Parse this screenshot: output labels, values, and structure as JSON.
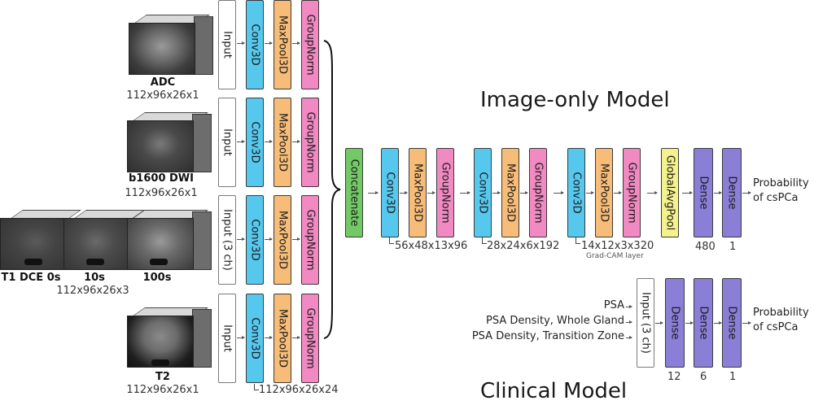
{
  "titles": {
    "image_model": "Image-only Model",
    "clinical_model": "Clinical Model"
  },
  "inputs": [
    {
      "label": "ADC",
      "dims": "112x96x26x1"
    },
    {
      "label": "b1600 DWI",
      "dims": "112x96x26x1"
    },
    {
      "label_parts": [
        "T1 DCE 0s",
        "10s",
        "100s"
      ],
      "dims": "112x96x26x3"
    },
    {
      "label": "T2",
      "dims": "112x96x26x1"
    }
  ],
  "branches": [
    {
      "layers": [
        "Input",
        "Conv3D",
        "MaxPool3D",
        "GroupNorm"
      ]
    },
    {
      "layers": [
        "Input",
        "Conv3D",
        "MaxPool3D",
        "GroupNorm"
      ]
    },
    {
      "layers": [
        "Input (3 ch)",
        "Conv3D",
        "MaxPool3D",
        "GroupNorm"
      ]
    },
    {
      "layers": [
        "Input",
        "Conv3D",
        "MaxPool3D",
        "GroupNorm"
      ]
    }
  ],
  "branch_output_dims": "112x96x26x24",
  "image_model": {
    "layers": [
      "Concatenate",
      "Conv3D",
      "MaxPool3D",
      "GroupNorm",
      "Conv3D",
      "MaxPool3D",
      "GroupNorm",
      "Conv3D",
      "MaxPool3D",
      "GroupNorm",
      "GlobalAvgPool",
      "Dense",
      "Dense"
    ],
    "block_dims": [
      "56x48x13x96",
      "28x24x6x192",
      "14x12x3x320"
    ],
    "gradcam_note": "Grad-CAM layer",
    "dense_units": [
      "480",
      "1"
    ],
    "output": [
      "Probability",
      "of csPCa"
    ]
  },
  "clinical_model": {
    "features": [
      "PSA",
      "PSA Density, Whole Gland",
      "PSA Density, Transition Zone"
    ],
    "layers": [
      "Input (3 ch)",
      "Dense",
      "Dense",
      "Dense"
    ],
    "dense_units": [
      "12",
      "6",
      "1"
    ],
    "output": [
      "Probability",
      "of csPCa"
    ]
  },
  "colors": {
    "input": "#ffffff",
    "conv3d": "#56c8ee",
    "maxpool3d": "#f7bd78",
    "groupnorm": "#f189c2",
    "concatenate": "#72c966",
    "globalavgpool": "#f4f28c",
    "dense": "#8a7ed6"
  }
}
